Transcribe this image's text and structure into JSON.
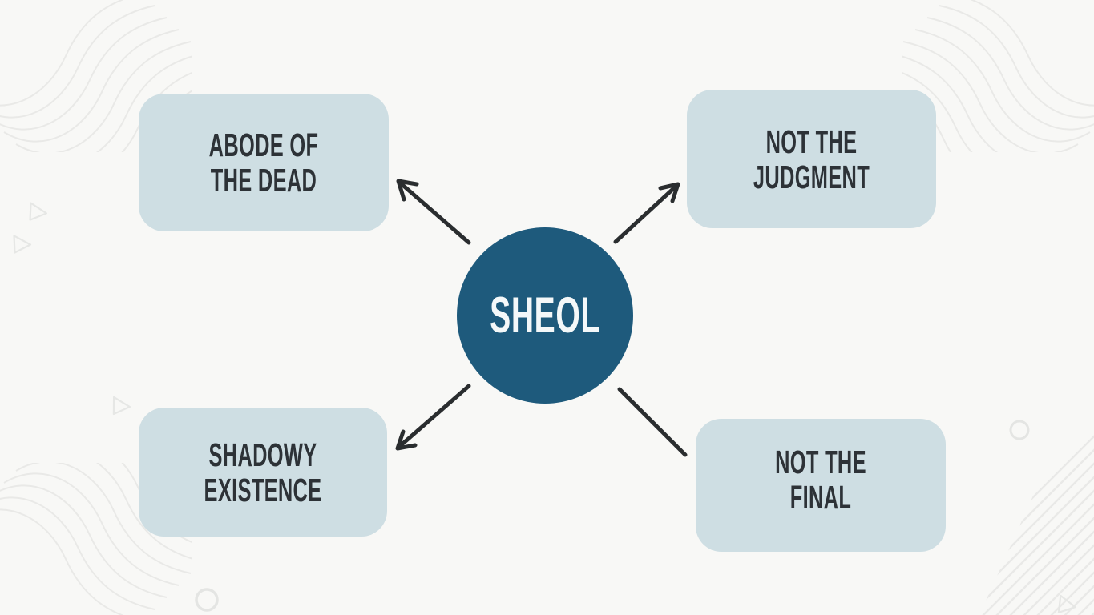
{
  "diagram": {
    "center": {
      "label": "SHEOL"
    },
    "nodes": [
      {
        "position": "top-left",
        "label": "ABODE OF\nTHE DEAD"
      },
      {
        "position": "top-right",
        "label": "NOT THE\nJUDGMENT"
      },
      {
        "position": "bottom-left",
        "label": "SHADOWY\nEXISTENCE"
      },
      {
        "position": "bottom-right",
        "label": "NOT THE FINAL"
      }
    ],
    "connectors": [
      {
        "from": "center",
        "to": "top-left",
        "arrowhead": true
      },
      {
        "from": "center",
        "to": "top-right",
        "arrowhead": true
      },
      {
        "from": "center",
        "to": "bottom-left",
        "arrowhead": true
      },
      {
        "from": "center",
        "to": "bottom-right",
        "arrowhead": false
      }
    ]
  },
  "colors": {
    "background": "#f8f8f6",
    "node-fill": "#cedee3",
    "node-text": "#2d3237",
    "center-fill": "#1e5a7c",
    "center-text": "#f4f8f9",
    "arrow": "#2a2d2f",
    "deco-line": "#e9e9e7"
  }
}
